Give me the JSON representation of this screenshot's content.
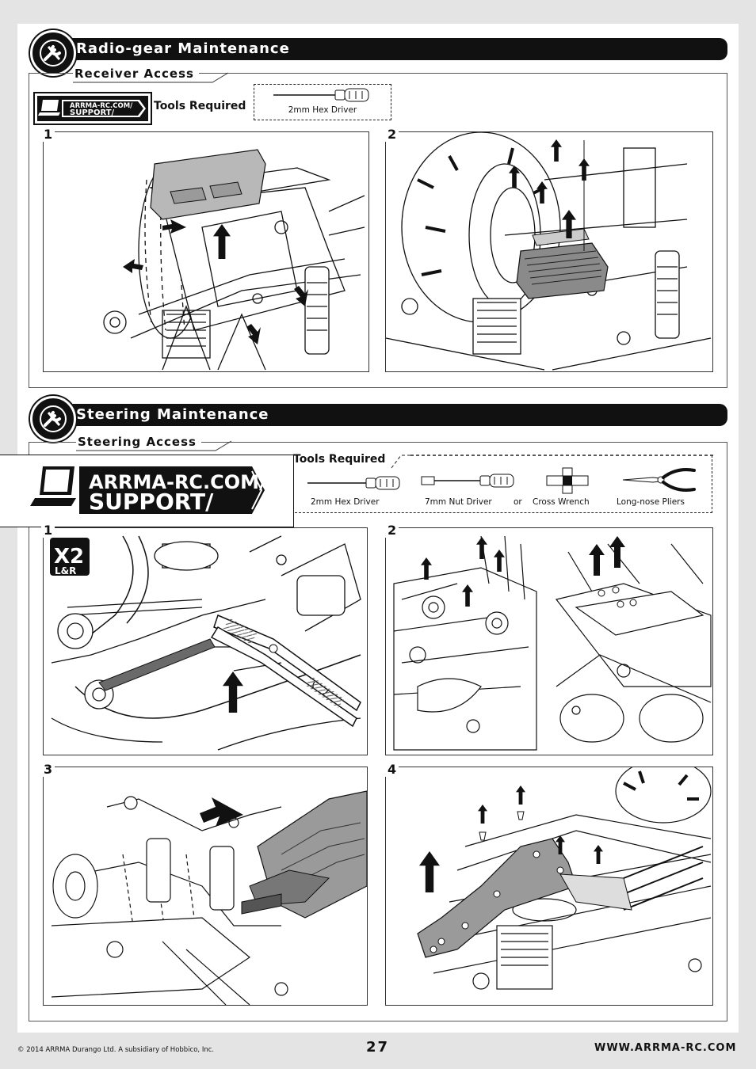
{
  "sections": {
    "radio": {
      "title": "Radio-gear Maintenance",
      "subtitle": "Receiver Access",
      "tools_label": "Tools Required",
      "tools": [
        "2mm Hex Driver"
      ],
      "steps": [
        "1",
        "2"
      ]
    },
    "steering": {
      "title": "Steering Maintenance",
      "subtitle": "Steering Access",
      "tools_label": "Tools Required",
      "tools": [
        "2mm Hex Driver",
        "7mm Nut Driver",
        "or",
        "Cross Wrench",
        "Long-nose Pliers"
      ],
      "steps": [
        "1",
        "2",
        "3",
        "4"
      ],
      "x2_badge": {
        "main": "X2",
        "sub": "L&R"
      }
    }
  },
  "support": {
    "line1": "ARRMA-RC.COM/",
    "line2": "SUPPORT/"
  },
  "footer": {
    "copyright": "© 2014 ARRMA Durango Ltd. A subsidiary of Hobbico, Inc.",
    "page_number": "27",
    "website": "WWW.ARRMA-RC.COM"
  },
  "colors": {
    "ink": "#111111",
    "page": "#ffffff",
    "margin": "#e4e4e4",
    "panel_gray": "#b8b8b8"
  }
}
